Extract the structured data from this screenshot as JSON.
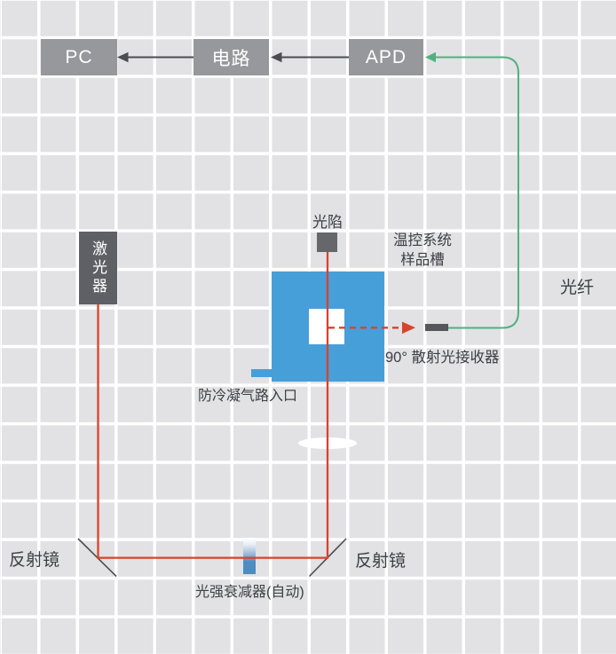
{
  "nodes": {
    "pc": "PC",
    "circuit": "电路",
    "apd": "APD",
    "laser": "激光器"
  },
  "labels": {
    "light_trap": "光陷",
    "temp_line1": "温控系统",
    "temp_line2": "样品槽",
    "fiber": "光纤",
    "receiver_90": "90° 散射光接收器",
    "gas_inlet": "防冷凝气路入口",
    "mirror_left": "反射镜",
    "mirror_right": "反射镜",
    "attenuator": "光强衰减器(自动)"
  },
  "colors": {
    "grid_cell": "#e2e2e4",
    "component_gray": "#97989c",
    "dark_component_gray": "#5e6065",
    "receiver_gray": "#55575b",
    "sample_cell_blue": "#479fd9",
    "beam_red": "#d8432c",
    "fiber_green": "#4fb182",
    "arrow_gray": "#4b4d52",
    "label_text": "#3d4045"
  }
}
